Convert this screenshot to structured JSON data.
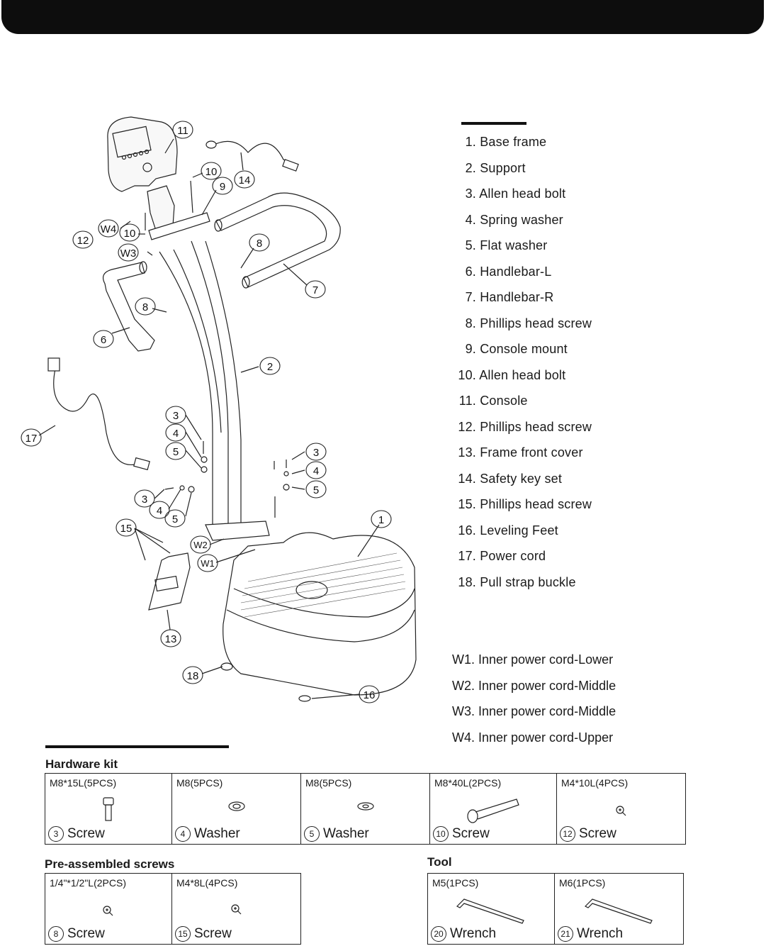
{
  "parts": [
    {
      "num": "1.",
      "name": "Base frame"
    },
    {
      "num": "2.",
      "name": "Support"
    },
    {
      "num": "3.",
      "name": "Allen head bolt"
    },
    {
      "num": "4.",
      "name": "Spring washer"
    },
    {
      "num": "5.",
      "name": "Flat washer"
    },
    {
      "num": "6.",
      "name": "Handlebar-L"
    },
    {
      "num": "7.",
      "name": "Handlebar-R"
    },
    {
      "num": "8.",
      "name": "Phillips head screw"
    },
    {
      "num": "9.",
      "name": "Console mount"
    },
    {
      "num": "10.",
      "name": "Allen head bolt"
    },
    {
      "num": "11.",
      "name": "Console"
    },
    {
      "num": "12.",
      "name": "Phillips head screw"
    },
    {
      "num": "13.",
      "name": "Frame front cover"
    },
    {
      "num": "14.",
      "name": "Safety key set"
    },
    {
      "num": "15.",
      "name": "Phillips head screw"
    },
    {
      "num": "16.",
      "name": "Leveling Feet"
    },
    {
      "num": "17.",
      "name": "Power cord"
    },
    {
      "num": "18.",
      "name": "Pull strap buckle"
    }
  ],
  "wires": [
    "W1. Inner power cord-Lower",
    "W2. Inner power cord-Middle",
    "W3. Inner power cord-Middle",
    "W4. Inner power cord-Upper"
  ],
  "callouts": [
    "1",
    "2",
    "3",
    "4",
    "5",
    "6",
    "7",
    "8",
    "9",
    "10",
    "11",
    "12",
    "13",
    "14",
    "15",
    "16",
    "17",
    "18",
    "W1",
    "W2",
    "W3",
    "W4"
  ],
  "hardware_kit": {
    "title": "Hardware kit",
    "items": [
      {
        "spec": "M8*15L(5PCS)",
        "num": "3",
        "name": "Screw",
        "icon": "bolt-icon"
      },
      {
        "spec": "M8(5PCS)",
        "num": "4",
        "name": "Washer",
        "icon": "spring-washer-icon"
      },
      {
        "spec": "M8(5PCS)",
        "num": "5",
        "name": "Washer",
        "icon": "flat-washer-icon"
      },
      {
        "spec": "M8*40L(2PCS)",
        "num": "10",
        "name": "Screw",
        "icon": "long-bolt-icon"
      },
      {
        "spec": "M4*10L(4PCS)",
        "num": "12",
        "name": "Screw",
        "icon": "phillips-screw-icon"
      }
    ]
  },
  "pre_assembled": {
    "title": "Pre-assembled screws",
    "items": [
      {
        "spec": "1/4\"*1/2\"L(2PCS)",
        "num": "8",
        "name": "Screw",
        "icon": "phillips-screw-icon"
      },
      {
        "spec": "M4*8L(4PCS)",
        "num": "15",
        "name": "Screw",
        "icon": "phillips-screw-icon"
      }
    ]
  },
  "tool": {
    "title": "Tool",
    "items": [
      {
        "spec": "M5(1PCS)",
        "num": "20",
        "name": "Wrench",
        "icon": "allen-wrench-icon"
      },
      {
        "spec": "M6(1PCS)",
        "num": "21",
        "name": "Wrench",
        "icon": "allen-wrench-icon"
      }
    ]
  }
}
